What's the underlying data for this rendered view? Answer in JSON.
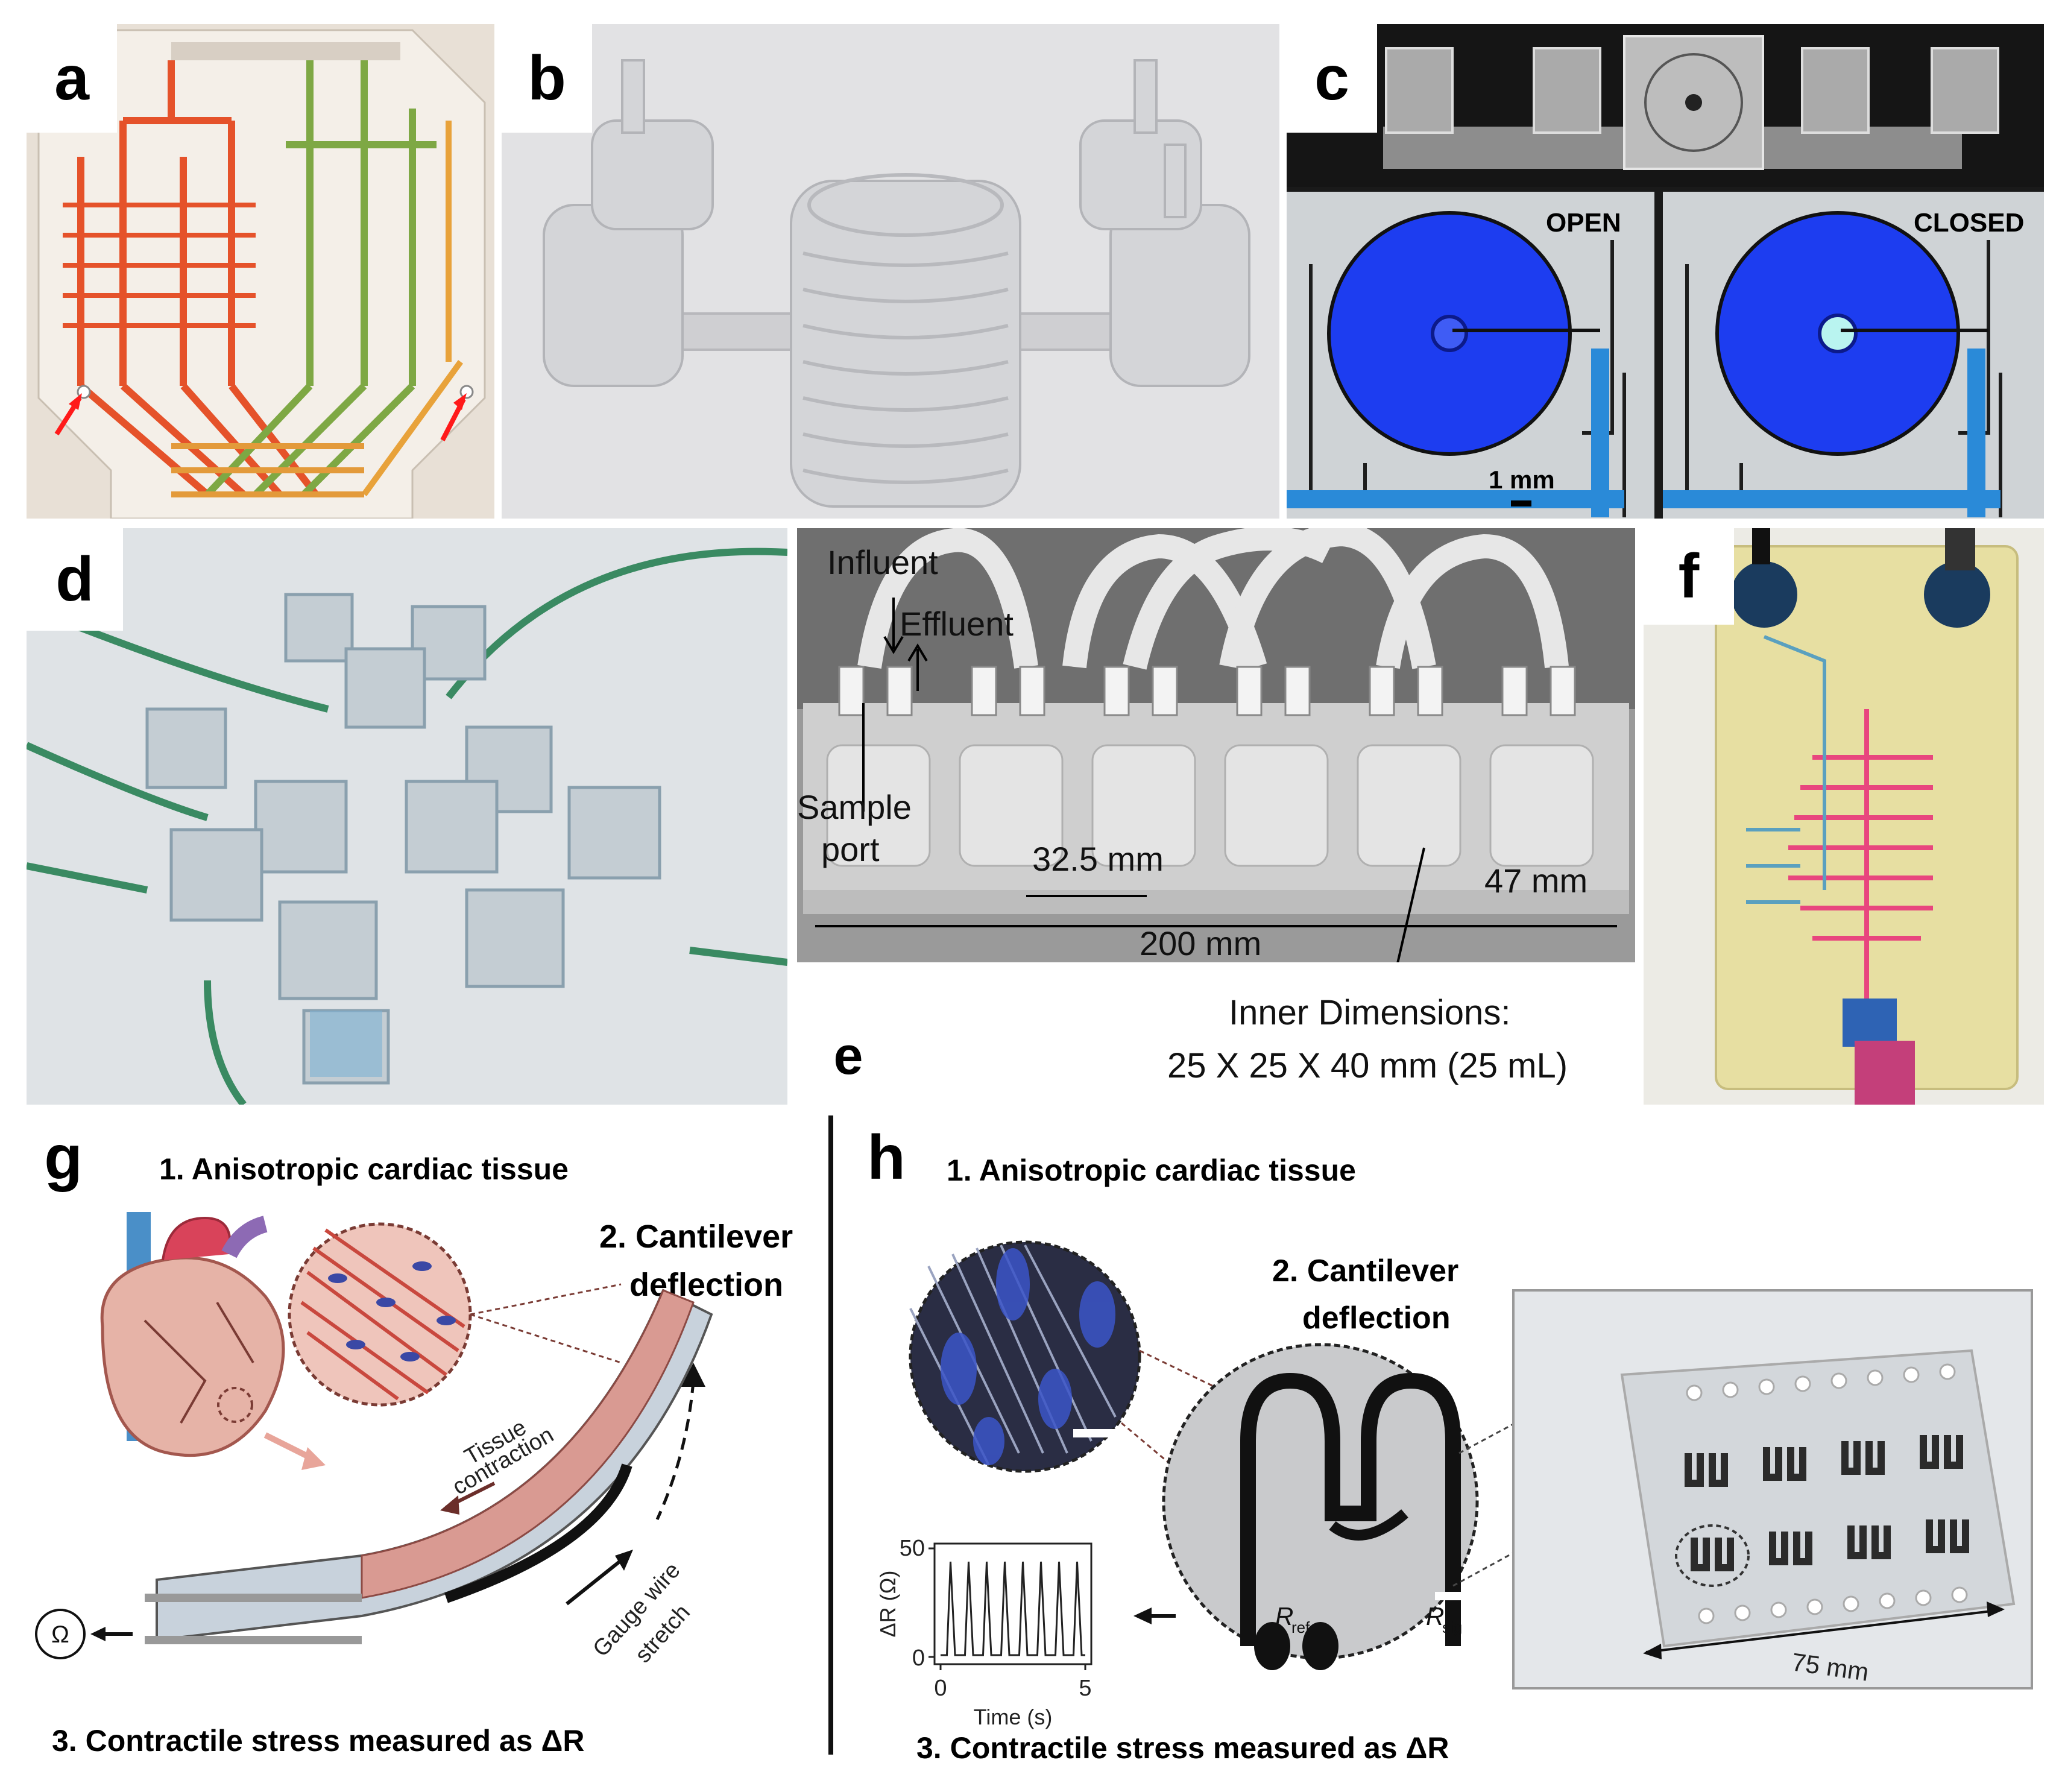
{
  "panels": {
    "a": {
      "letter": "a"
    },
    "b": {
      "letter": "b"
    },
    "c": {
      "letter": "c",
      "open_label": "OPEN",
      "closed_label": "CLOSED",
      "scale_label": "1 mm"
    },
    "d": {
      "letter": "d"
    },
    "e": {
      "letter": "e",
      "influent": "Influent",
      "effluent": "Effluent",
      "sample_port_line1": "Sample",
      "sample_port_line2": "port",
      "dim_32": "32.5 mm",
      "dim_47": "47 mm",
      "dim_200": "200 mm",
      "inner_dim_line1": "Inner Dimensions:",
      "inner_dim_line2": "25 X 25 X 40 mm (25 mL)"
    },
    "f": {
      "letter": "f"
    },
    "g": {
      "letter": "g",
      "step1": "1. Anisotropic cardiac tissue",
      "step2_line1": "2. Cantilever",
      "step2_line2": "deflection",
      "step3": "3. Contractile stress measured as ΔR",
      "tissue_contraction_1": "Tissue",
      "tissue_contraction_2": "contraction",
      "gauge_1": "Gauge wire",
      "gauge_2": "stretch",
      "ohm": "Ω"
    },
    "h": {
      "letter": "h",
      "step1": "1. Anisotropic cardiac tissue",
      "step2_line1": "2. Cantilever",
      "step2_line2": "deflection",
      "step3": "3. Contractile stress measured as ΔR",
      "dim_75": "75 mm",
      "r_ref": "R",
      "r_ref_sub": "ref",
      "r_sig": "R",
      "r_sig_sub": "sig",
      "plot": {
        "ylabel": "ΔR (Ω)",
        "xlabel": "Time (s)",
        "yticks": [
          "50",
          "0"
        ],
        "xticks": [
          "0",
          "5"
        ]
      }
    }
  },
  "colors": {
    "red_channel": "#e5522a",
    "green_channel": "#7ea844",
    "blue_dye": "#1d3df0",
    "pink_dye": "#e8467e",
    "tissue_pink": "#d99a92"
  }
}
